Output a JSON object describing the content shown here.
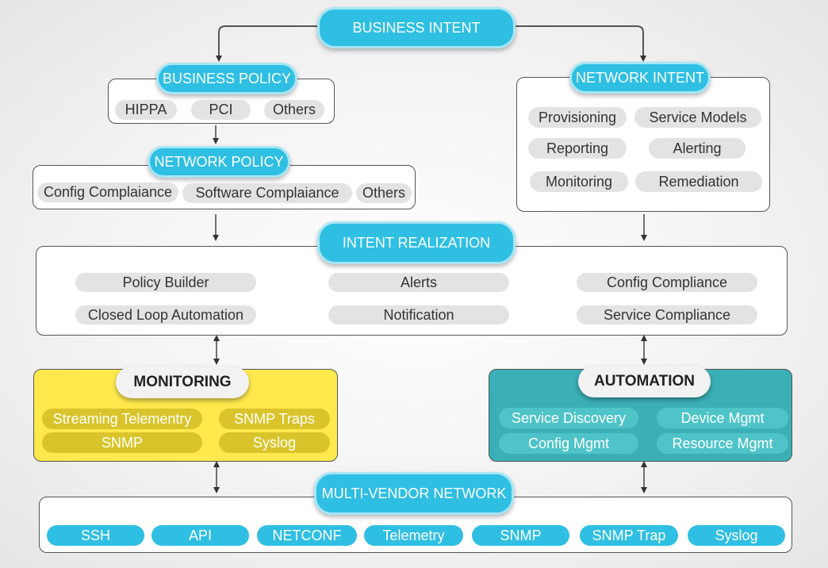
{
  "business_intent": {
    "title": "BUSINESS INTENT"
  },
  "business_policy": {
    "title": "BUSINESS POLICY",
    "items": [
      "HIPPA",
      "PCI",
      "Others"
    ]
  },
  "network_policy": {
    "title": "NETWORK POLICY",
    "items": [
      "Config Complaiance",
      "Software Complaiance",
      "Others"
    ]
  },
  "network_intent": {
    "title": "NETWORK INTENT",
    "items": [
      "Provisioning",
      "Service Models",
      "Reporting",
      "Alerting",
      "Monitoring",
      "Remediation"
    ]
  },
  "intent_realization": {
    "title": "INTENT REALIZATION",
    "items": [
      "Policy Builder",
      "Alerts",
      "Config Compliance",
      "Closed Loop Automation",
      "Notification",
      "Service Compliance"
    ]
  },
  "monitoring": {
    "title": "MONITORING",
    "items": [
      "Streaming Telementry",
      "SNMP Traps",
      "SNMP",
      "Syslog"
    ]
  },
  "automation": {
    "title": "AUTOMATION",
    "items": [
      "Service Discovery",
      "Device Mgmt",
      "Config Mgmt",
      "Resource Mgmt"
    ]
  },
  "multi_vendor": {
    "title": "MULTI-VENDOR NETWORK",
    "items": [
      "SSH",
      "API",
      "NETCONF",
      "Telemetry",
      "SNMP",
      "SNMP Trap",
      "Syslog"
    ]
  },
  "colors": {
    "accent_blue": "#2fbfe3",
    "monitoring_fill": "#ffe94d",
    "monitoring_pill": "#d9c52b",
    "automation_fill": "#3aafb6",
    "automation_pill": "#4ec4c9",
    "connector": "#555555"
  }
}
